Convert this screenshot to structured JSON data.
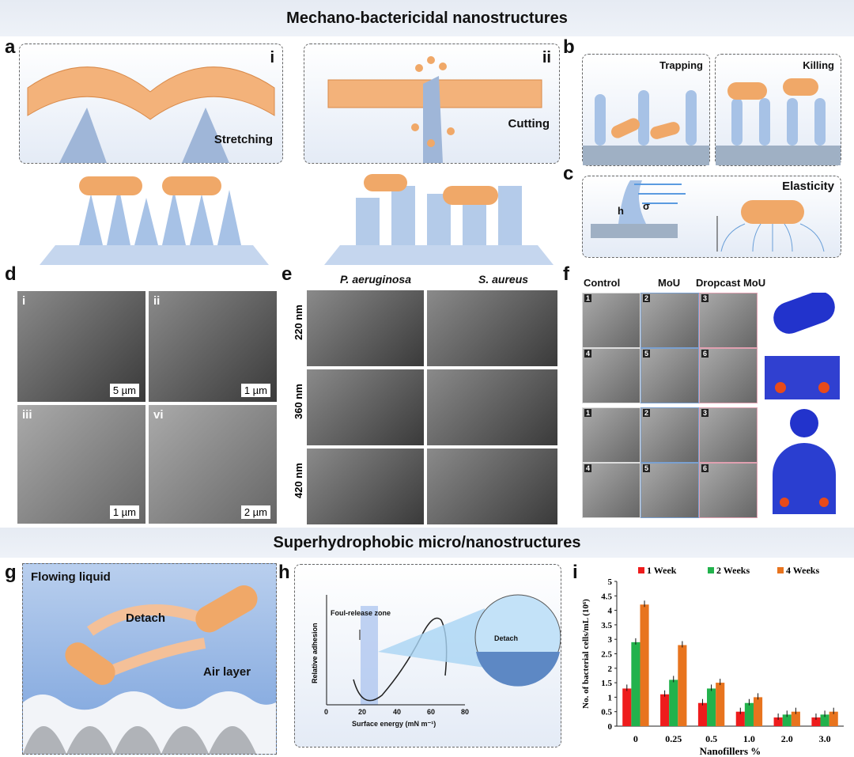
{
  "headers": {
    "top": "Mechano-bactericidal nanostructures",
    "bottom": "Superhydrophobic micro/nanostructures"
  },
  "panel_a": {
    "label": "a",
    "inset_i": "i",
    "inset_ii": "ii",
    "stretching": "Stretching",
    "cutting": "Cutting"
  },
  "panel_b": {
    "label": "b",
    "trapping": "Trapping",
    "killing": "Killing"
  },
  "panel_c": {
    "label": "c",
    "elasticity": "Elasticity",
    "h": "h",
    "sigma": "σ"
  },
  "panel_d": {
    "label": "d",
    "images": [
      {
        "id": "i",
        "scale": "5 µm"
      },
      {
        "id": "ii",
        "scale": "1 µm"
      },
      {
        "id": "iii",
        "scale": "1 µm"
      },
      {
        "id": "vi",
        "scale": "2 µm"
      }
    ]
  },
  "panel_e": {
    "label": "e",
    "columns": [
      "P. aeruginosa",
      "S. aureus"
    ],
    "rows": [
      "220 nm",
      "360 nm",
      "420 nm"
    ]
  },
  "panel_f": {
    "label": "f",
    "columns": [
      "Control",
      "MoU",
      "Dropcast MoU"
    ],
    "tiles_top": [
      "1",
      "2",
      "3",
      "4",
      "5",
      "6"
    ],
    "tiles_bottom": [
      "1",
      "2",
      "3",
      "4",
      "5",
      "6"
    ]
  },
  "panel_g": {
    "label": "g",
    "flowing": "Flowing liquid",
    "detach": "Detach",
    "air": "Air layer"
  },
  "panel_h": {
    "label": "h",
    "zone": "Foul-release zone",
    "ylabel": "Relative adhesion",
    "xlabel": "Surface energy (mN m⁻¹)",
    "xticks": [
      "0",
      "20",
      "40",
      "60",
      "80"
    ],
    "detach": "Detach"
  },
  "chart_data": {
    "type": "bar",
    "panel": "i",
    "categories": [
      "0",
      "0.25",
      "0.5",
      "1.0",
      "2.0",
      "3.0"
    ],
    "series": [
      {
        "name": "1 Week",
        "color": "#ee1c1c",
        "values": [
          1.3,
          1.1,
          0.8,
          0.5,
          0.3,
          0.3
        ]
      },
      {
        "name": "2 Weeks",
        "color": "#22b24c",
        "values": [
          2.9,
          1.6,
          1.3,
          0.8,
          0.4,
          0.4
        ]
      },
      {
        "name": "4 Weeks",
        "color": "#e8741e",
        "values": [
          4.2,
          2.8,
          1.5,
          1.0,
          0.5,
          0.5
        ]
      }
    ],
    "xlabel": "Nanofillers %",
    "ylabel": "No. of bacterial cells/mL (10⁶)",
    "ylim": [
      0,
      5
    ],
    "yticks": [
      "0",
      "0.5",
      "1",
      "1.5",
      "2",
      "2.5",
      "3",
      "3.5",
      "4",
      "4.5",
      "5"
    ],
    "legend": "top"
  }
}
